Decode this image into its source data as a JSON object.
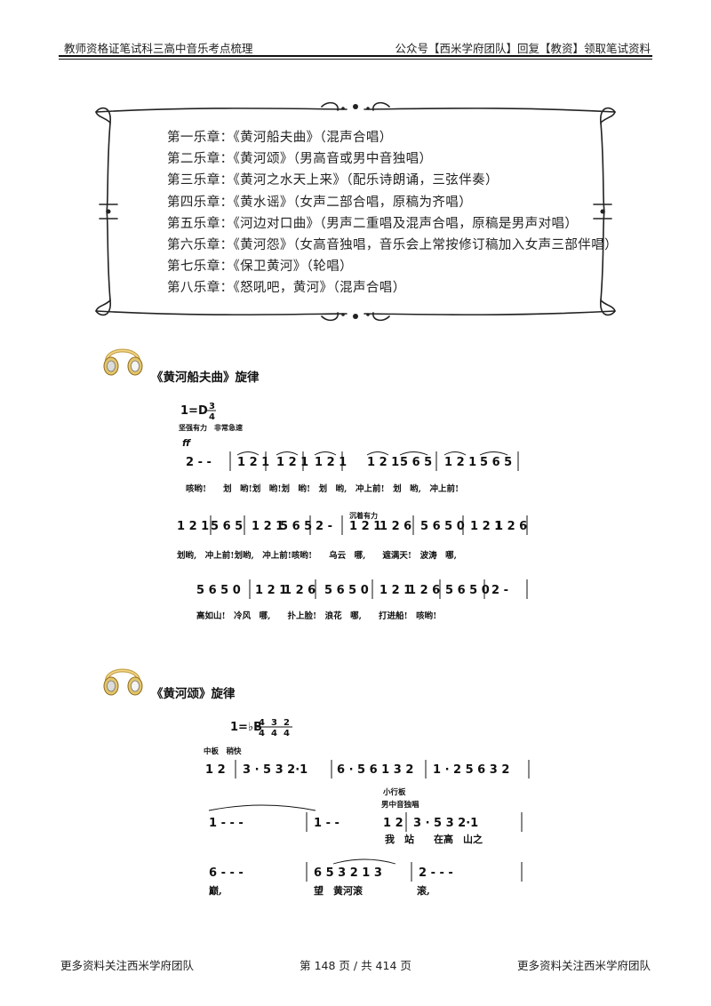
{
  "header": {
    "left": "教师资格证笔试科三高中音乐考点梳理",
    "right": "公众号【西米学府团队】回复【教资】领取笔试资料"
  },
  "chapters": [
    "第一乐章：《黄河船夫曲》（混声合唱）",
    "第二乐章：《黄河颂》（男高音或男中音独唱）",
    "第三乐章：《黄河之水天上来》（配乐诗朗诵，三弦伴奏）",
    "第四乐章：《黄水谣》（女声二部合唱，原稿为齐唱）",
    "第五乐章：《河边对口曲》（男声二重唱及混声合唱，原稿是男声对唱）",
    "第六乐章：《黄河怨》（女高音独唱，音乐会上常按修订稿加入女声三部伴唱）",
    "第七乐章：《保卫黄河》（轮唱）",
    "第八乐章：《怒吼吧，黄河》（混声合唱）"
  ],
  "section1": {
    "title": "《黄河船夫曲》旋律",
    "key": "1=D",
    "time_top": "3",
    "time_bottom": "4",
    "tempo": "坚强有力　非常急速",
    "dynamic": "ff",
    "marking2": "沉着有力",
    "row1_notes": [
      "2 - -",
      "1 2 1",
      "1 2 1",
      "1 2 1",
      "1 2 1",
      "5 6 5",
      "1 2 1",
      "5 6 5"
    ],
    "row1_lyrics": "咳哟!　　划　哟!划　哟!划　哟!　划　哟,　冲上前!　划　哟,　冲上前!",
    "row2_notes": [
      "1 2 1",
      "5 6 5",
      "1 2 1",
      "5 6 5",
      "2 -",
      "1 2 1",
      "1 2 6",
      "5 6 5 0",
      "1 2 1",
      "1 2 6"
    ],
    "row2_lyrics": "划哟,　冲上前!划哟,　冲上前!咳哟!　　乌云　哪,　　遮满天!　波涛　哪,",
    "row3_notes": [
      "5 6 5 0",
      "1 2 1",
      "1 2 6",
      "5 6 5 0",
      "1 2 1",
      "1 2 6",
      "5 6 5 0",
      "2 -"
    ],
    "row3_lyrics": "高如山!　冷风　哪,　　扑上脸!　浪花　哪,　　打进船!　咳哟!"
  },
  "section2": {
    "title": "《黄河颂》旋律",
    "key": "1=♭B",
    "time_tops": [
      "4",
      "3",
      "2"
    ],
    "time_bottom": "4",
    "tempo": "中板　稍快",
    "marking1": "小行板",
    "marking2": "男中音独唱",
    "row1_notes": [
      "1 2",
      "3 · 5 3 2·1",
      "6 · 5 6 1 3 2",
      "1 · 2 5 6 3 2"
    ],
    "row2_notes": [
      "1 - - -",
      "1 - -",
      "1 2",
      "3 · 5 3 2·1"
    ],
    "row2_lyrics": "我　站　　在高　山之",
    "row3_notes": [
      "6 - - -",
      "6 5 3 2 1 3",
      "2 - - -"
    ],
    "row3_lyrics": [
      "巅,",
      "望",
      "黄河滚",
      "滚,"
    ]
  },
  "footer": {
    "left": "更多资料关注西米学府团队",
    "page": "第 148 页 / 共 414 页",
    "right": "更多资料关注西米学府团队"
  }
}
